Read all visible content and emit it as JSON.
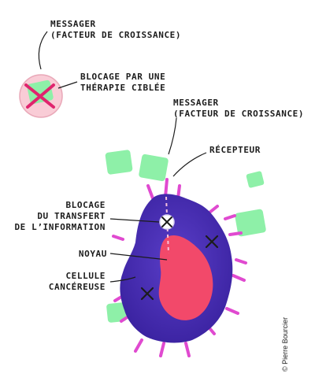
{
  "labels": {
    "messenger_top_line1": "MESSAGER",
    "messenger_top_line2": "(FACTEUR DE CROISSANCE)",
    "blocking_therapy_line1": "BLOCAGE PAR UNE",
    "blocking_therapy_line2": "THÉRAPIE CIBLÉE",
    "messenger_mid_line1": "MESSAGER",
    "messenger_mid_line2": "(FACTEUR DE CROISSANCE)",
    "receptor": "RÉCEPTEUR",
    "blocking_transfer_line1": "BLOCAGE",
    "blocking_transfer_line2": "DU TRANSFERT",
    "blocking_transfer_line3": "DE L’INFORMATION",
    "nucleus": "NOYAU",
    "cell_line1": "CELLULE",
    "cell_line2": "CANCÉREUSE"
  },
  "credit": "© Pierre Bourcier",
  "colors": {
    "cell": "#4a2fb0",
    "cell_dark": "#35209a",
    "nucleus": "#f2496a",
    "messenger": "#8ef0a8",
    "receptor": "#e04ad0",
    "block_circle": "#f7c2cf",
    "cross": "#e0246e",
    "text": "#1c1c1c"
  }
}
